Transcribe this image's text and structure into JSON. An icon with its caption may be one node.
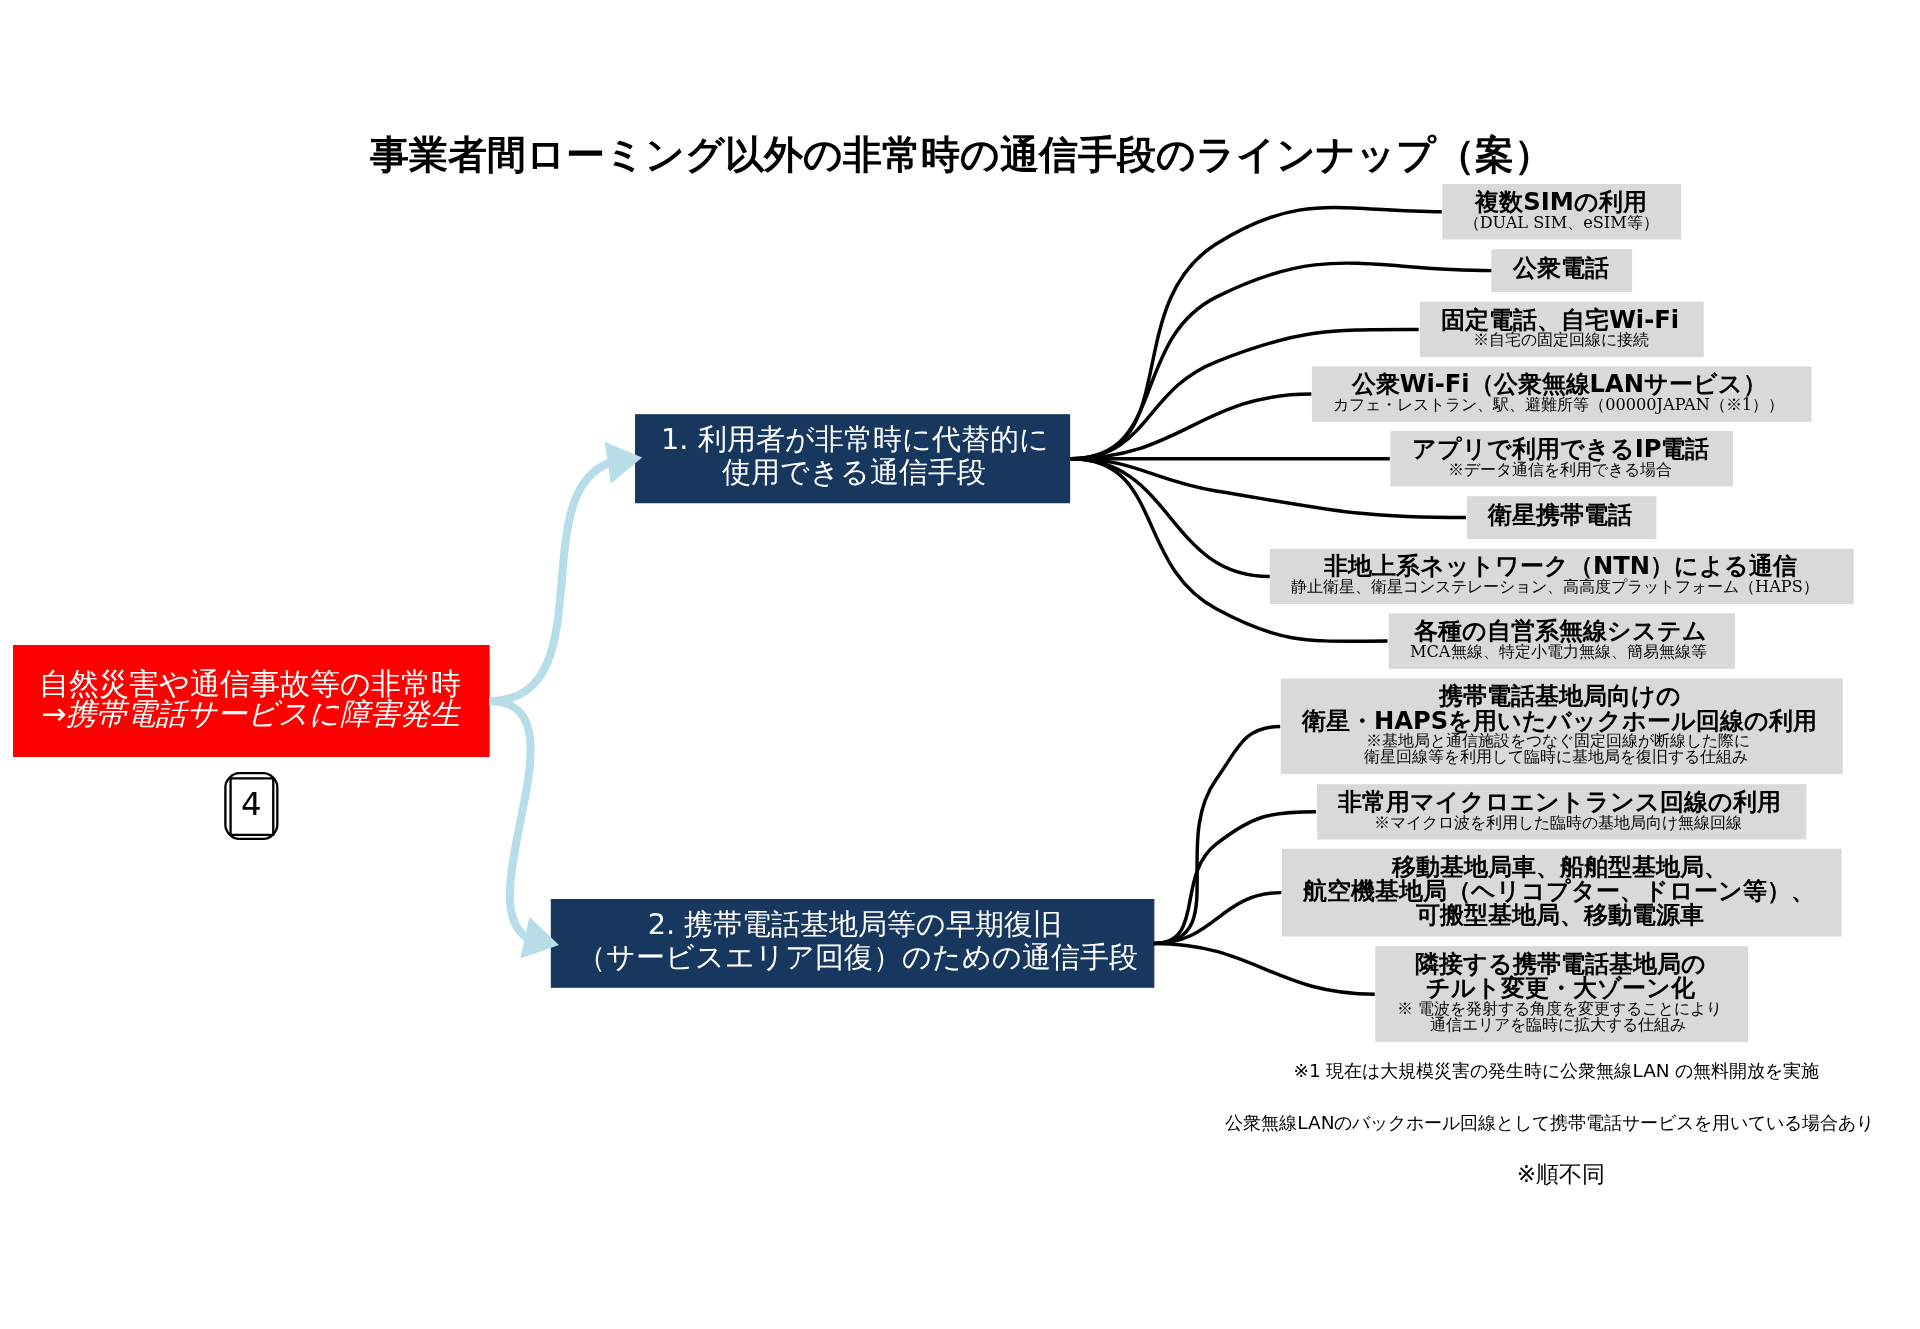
{
  "diagram": {
    "title": "事業者間ローミング以外の非常時の通信手段のラインナップ（案）",
    "nodes": [
      {
        "text": [
          "自然災害や通信事故等の非常時",
          "→携帯電話サービスに障害発生"
        ]
      },
      {
        "text": [
          "1. 利用者が非常時に代替的に使用できる通信手段"
        ]
      },
      {
        "text": [
          "2. 携帯電話基地局等の早期復旧（サービスエリア回復）のための通信手段"
        ]
      },
      {
        "text": [
          "複数SIMの利用",
          "（DUAL SIM、eSIM等）"
        ]
      },
      {
        "text": [
          "公衆電話"
        ]
      },
      {
        "text": [
          "固定電話、自宅Wi-Fi",
          "※自宅の固定回線に接続"
        ]
      },
      {
        "text": [
          "公衆Wi-Fi（公衆無線LANサービス）",
          "カフェ・レストラン、駅、避難所等（00000JAPAN（※1））"
        ]
      },
      {
        "text": [
          "アプリで利用できるIP電話",
          "※データ通信を利用できる場合"
        ]
      },
      {
        "text": [
          "衛星携帯電話"
        ]
      },
      {
        "text": [
          "非地上系ネットワーク（NTN）による通信",
          "静止衛星、衛星コンステレーション、高高度プラットフォーム（HAPS）"
        ]
      },
      {
        "text": [
          "各種の自営系無線システム",
          "MCA無線、特定小電力無線、簡易無線等"
        ]
      },
      {
        "text": [
          "携帯電話基地局向けの衛星・HAPSを用いたバックホール回線の利用",
          "※基地局と通信施設をつなぐ固定回線が断線した際に衛星回線等を利用して臨時に基地局を復旧する仕組み"
        ]
      },
      {
        "text": [
          "非常用マイクロエントランス回線の利用",
          "※マイクロ波を利用した臨時の基地局向け無線回線"
        ]
      },
      {
        "text": [
          "移動基地局車、船舶型基地局、航空機基地局（ヘリコプター、ドローン等）、可搬型基地局、移動電源車"
        ]
      },
      {
        "text": [
          "隣接する携帯電話基地局のチルト変更・大ゾーン化",
          "※ 電波を発射する角度を変更することにより通信エリアを臨時に拡大する仕組み"
        ]
      }
    ],
    "edges": [
      {
        "from": 0,
        "to": 1,
        "arrow": "to",
        "style": "thick",
        "color": "#b7dde8"
      },
      {
        "from": 0,
        "to": 2,
        "arrow": "to",
        "style": "thick",
        "color": "#b7dde8"
      },
      {
        "from": 1,
        "to": 3,
        "arrow": "none"
      },
      {
        "from": 1,
        "to": 4,
        "arrow": "none"
      },
      {
        "from": 1,
        "to": 5,
        "arrow": "none"
      },
      {
        "from": 1,
        "to": 6,
        "arrow": "none"
      },
      {
        "from": 1,
        "to": 7,
        "arrow": "none"
      },
      {
        "from": 1,
        "to": 8,
        "arrow": "none"
      },
      {
        "from": 1,
        "to": 9,
        "arrow": "none"
      },
      {
        "from": 1,
        "to": 10,
        "arrow": "none"
      },
      {
        "from": 2,
        "to": 11,
        "arrow": "none"
      },
      {
        "from": 2,
        "to": 12,
        "arrow": "none"
      },
      {
        "from": 2,
        "to": 13,
        "arrow": "none"
      },
      {
        "from": 2,
        "to": 14,
        "arrow": "none"
      }
    ],
    "labels": [
      "4",
      "※1 現在は大規模災害の発生時に公衆無線LAN の無料開放を実施",
      "公衆無線LANのバックホール回線として携帯電話サービスを用いている場合あり",
      "※順不同"
    ]
  }
}
